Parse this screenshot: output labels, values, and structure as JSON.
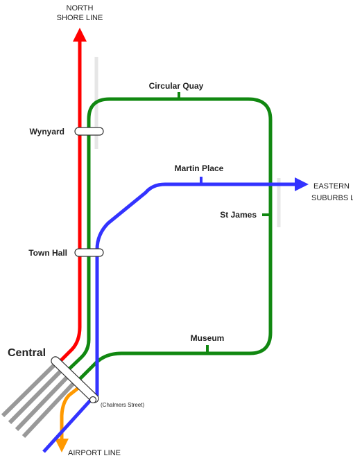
{
  "lines": {
    "north_shore": {
      "label_line1": "NORTH",
      "label_line2": "SHORE LINE",
      "color": "#ff0000"
    },
    "eastern_suburbs": {
      "label_line1": "EASTERN",
      "label_line2": "SUBURBS LINE",
      "color": "#3333ff"
    },
    "city_circle": {
      "color": "#118811"
    },
    "airport": {
      "label": "AIRPORT LINE",
      "color": "#ff9900"
    },
    "other_lines_color": "#999999"
  },
  "stations": {
    "circular_quay": "Circular Quay",
    "wynyard": "Wynyard",
    "martin_place": "Martin Place",
    "st_james": "St James",
    "town_hall": "Town Hall",
    "museum": "Museum",
    "central": "Central",
    "chalmers_street": "(Chalmers Street)"
  }
}
